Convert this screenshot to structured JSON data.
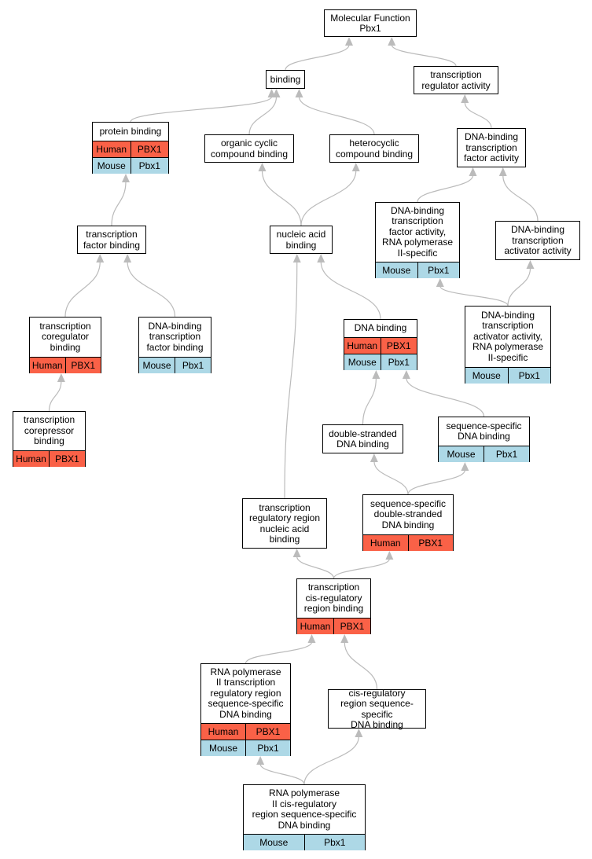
{
  "graph": {
    "colors": {
      "human": "#fa6147",
      "mouse": "#add8e6",
      "edge": "#bbbbbb"
    },
    "nodes": [
      {
        "id": "mf",
        "lines": [
          "Molecular Function",
          "Pbx1"
        ],
        "rows": []
      },
      {
        "id": "binding",
        "lines": [
          "binding"
        ],
        "rows": []
      },
      {
        "id": "tra",
        "lines": [
          "transcription",
          "regulator activity"
        ],
        "rows": []
      },
      {
        "id": "pb",
        "lines": [
          "protein binding"
        ],
        "rows": [
          [
            "Human",
            "PBX1"
          ],
          [
            "Mouse",
            "Pbx1"
          ]
        ]
      },
      {
        "id": "occb",
        "lines": [
          "organic cyclic",
          "compound binding"
        ],
        "rows": []
      },
      {
        "id": "hccb",
        "lines": [
          "heterocyclic",
          "compound binding"
        ],
        "rows": []
      },
      {
        "id": "dbtfa",
        "lines": [
          "DNA-binding",
          "transcription",
          "factor activity"
        ],
        "rows": []
      },
      {
        "id": "tfb",
        "lines": [
          "transcription",
          "factor binding"
        ],
        "rows": []
      },
      {
        "id": "nab",
        "lines": [
          "nucleic acid",
          "binding"
        ],
        "rows": []
      },
      {
        "id": "dbtfa2",
        "lines": [
          "DNA-binding",
          "transcription",
          "factor activity,",
          "RNA polymerase",
          "II-specific"
        ],
        "rows": [
          [
            "Mouse",
            "Pbx1"
          ]
        ]
      },
      {
        "id": "dbtaa",
        "lines": [
          "DNA-binding",
          "transcription",
          "activator activity"
        ],
        "rows": []
      },
      {
        "id": "tcb",
        "lines": [
          "transcription",
          "coregulator",
          "binding"
        ],
        "rows": [
          [
            "Human",
            "PBX1"
          ]
        ]
      },
      {
        "id": "dbtfb",
        "lines": [
          "DNA-binding",
          "transcription",
          "factor binding"
        ],
        "rows": [
          [
            "Mouse",
            "Pbx1"
          ]
        ]
      },
      {
        "id": "dnab",
        "lines": [
          "DNA binding"
        ],
        "rows": [
          [
            "Human",
            "PBX1"
          ],
          [
            "Mouse",
            "Pbx1"
          ]
        ]
      },
      {
        "id": "dbtaa2",
        "lines": [
          "DNA-binding",
          "transcription",
          "activator activity,",
          "RNA polymerase",
          "II-specific"
        ],
        "rows": [
          [
            "Mouse",
            "Pbx1"
          ]
        ]
      },
      {
        "id": "tcrb",
        "lines": [
          "transcription",
          "corepressor",
          "binding"
        ],
        "rows": [
          [
            "Human",
            "PBX1"
          ]
        ]
      },
      {
        "id": "dsdb",
        "lines": [
          "double-stranded",
          "DNA binding"
        ],
        "rows": []
      },
      {
        "id": "ssdb",
        "lines": [
          "sequence-specific",
          "DNA binding"
        ],
        "rows": [
          [
            "Mouse",
            "Pbx1"
          ]
        ]
      },
      {
        "id": "trrnab",
        "lines": [
          "transcription",
          "regulatory region",
          "nucleic acid",
          "binding"
        ],
        "rows": []
      },
      {
        "id": "ssdsdb",
        "lines": [
          "sequence-specific",
          "double-stranded",
          "DNA binding"
        ],
        "rows": [
          [
            "Human",
            "PBX1"
          ]
        ]
      },
      {
        "id": "tcrrb",
        "lines": [
          "transcription",
          "cis-regulatory",
          "region binding"
        ],
        "rows": [
          [
            "Human",
            "PBX1"
          ]
        ]
      },
      {
        "id": "rnap2",
        "lines": [
          "RNA polymerase",
          "II transcription",
          "regulatory region",
          "sequence-specific",
          "DNA binding"
        ],
        "rows": [
          [
            "Human",
            "PBX1"
          ],
          [
            "Mouse",
            "Pbx1"
          ]
        ]
      },
      {
        "id": "crrssdb",
        "lines": [
          "cis-regulatory",
          "region sequence-specific",
          "DNA binding"
        ],
        "rows": []
      },
      {
        "id": "rnap2cr",
        "lines": [
          "RNA polymerase",
          "II cis-regulatory",
          "region sequence-specific",
          "DNA binding"
        ],
        "rows": [
          [
            "Mouse",
            "Pbx1"
          ]
        ]
      }
    ],
    "edges": [
      [
        "binding",
        "mf"
      ],
      [
        "tra",
        "mf"
      ],
      [
        "pb",
        "binding"
      ],
      [
        "occb",
        "binding"
      ],
      [
        "hccb",
        "binding"
      ],
      [
        "dbtfa",
        "tra"
      ],
      [
        "tfb",
        "pb"
      ],
      [
        "nab",
        "occb"
      ],
      [
        "nab",
        "hccb"
      ],
      [
        "dbtfa2",
        "dbtfa"
      ],
      [
        "dbtaa",
        "dbtfa"
      ],
      [
        "tcb",
        "tfb"
      ],
      [
        "dbtfb",
        "tfb"
      ],
      [
        "dnab",
        "nab"
      ],
      [
        "dbtaa2",
        "dbtfa2"
      ],
      [
        "dbtaa2",
        "dbtaa"
      ],
      [
        "tcrb",
        "tcb"
      ],
      [
        "dsdb",
        "dnab"
      ],
      [
        "ssdb",
        "dnab"
      ],
      [
        "trrnab",
        "nab"
      ],
      [
        "ssdsdb",
        "dsdb"
      ],
      [
        "ssdsdb",
        "ssdb"
      ],
      [
        "tcrrb",
        "trrnab"
      ],
      [
        "tcrrb",
        "ssdsdb"
      ],
      [
        "rnap2",
        "tcrrb"
      ],
      [
        "crrssdb",
        "tcrrb"
      ],
      [
        "rnap2cr",
        "rnap2"
      ],
      [
        "rnap2cr",
        "crrssdb"
      ]
    ]
  }
}
